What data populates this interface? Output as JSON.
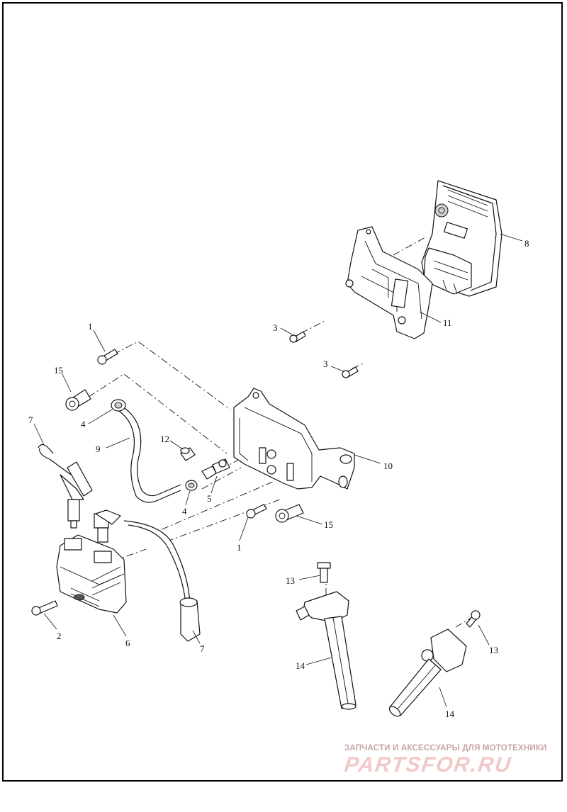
{
  "callouts": {
    "c1a": "1",
    "c1b": "1",
    "c2": "2",
    "c3a": "3",
    "c3b": "3",
    "c4a": "4",
    "c4b": "4",
    "c5": "5",
    "c6": "6",
    "c7a": "7",
    "c7b": "7",
    "c8": "8",
    "c9": "9",
    "c10": "10",
    "c11": "11",
    "c12": "12",
    "c13a": "13",
    "c13b": "13",
    "c14a": "14",
    "c14b": "14",
    "c15a": "15",
    "c15b": "15"
  },
  "watermark": {
    "tagline": "ЗАПЧАСТИ И АКСЕССУАРЫ ДЛЯ МОТОТЕХНИКИ",
    "logo_text": "PARTSFOR.RU"
  },
  "colors": {
    "line": "#111111",
    "shade": "#cfcfcf",
    "watermark_tagline": "#c9a3a3",
    "watermark_logo": "#f1c9c9"
  }
}
